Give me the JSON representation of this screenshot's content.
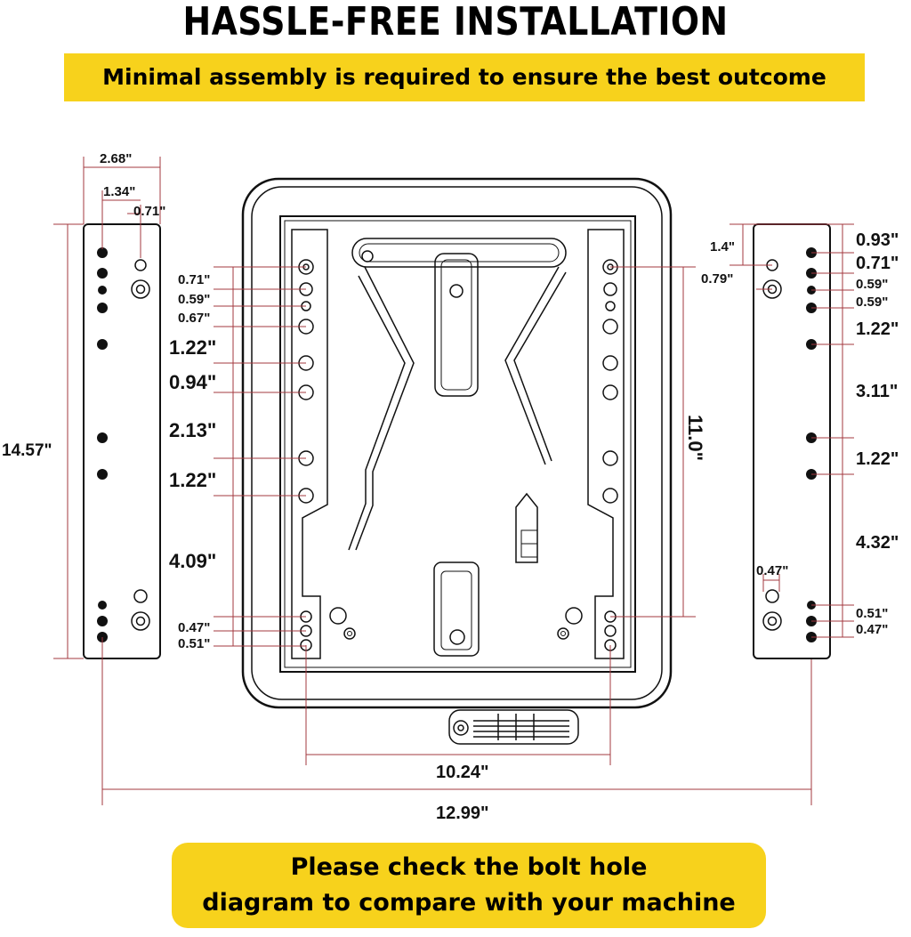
{
  "header": {
    "title": "HASSLE-FREE INSTALLATION",
    "subtitle": "Minimal assembly is required to ensure the best outcome"
  },
  "colors": {
    "banner": "#f7d21c",
    "dimension_line": "#a3383f",
    "outline": "#111111"
  },
  "left_rail": {
    "width_outer": "2.68\"",
    "width_mid": "1.34\"",
    "width_inner": "0.71\"",
    "height": "14.57\""
  },
  "center_spacings": [
    "0.71\"",
    "0.59\"",
    "0.67\"",
    "1.22\"",
    "0.94\"",
    "2.13\"",
    "1.22\"",
    "4.09\"",
    "0.47\"",
    "0.51\""
  ],
  "center_height": "11.0\"",
  "center_width": "10.24\"",
  "overall_width": "12.99\"",
  "right_rail": {
    "left_dims": [
      "1.4\"",
      "0.79\"",
      "0.47\""
    ],
    "right_dims": [
      "0.93\"",
      "0.71\"",
      "0.59\"",
      "0.59\"",
      "1.22\"",
      "3.11\"",
      "1.22\"",
      "4.32\"",
      "0.51\"",
      "0.47\""
    ]
  },
  "note": {
    "line1": "Please check the bolt hole",
    "line2": "diagram to compare with your machine"
  }
}
